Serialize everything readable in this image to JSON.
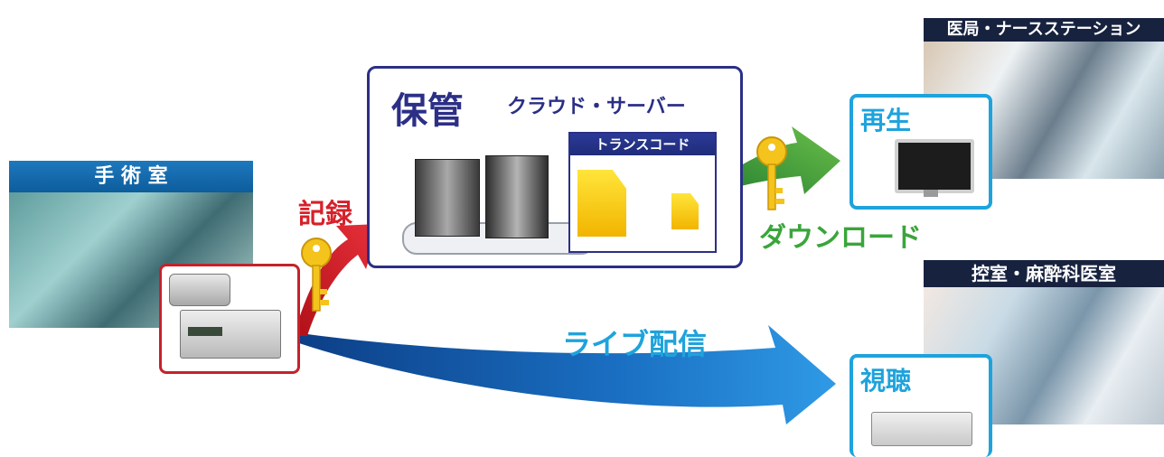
{
  "surgery_room": {
    "label": "手 術 室"
  },
  "storage": {
    "title": "保管",
    "subtitle": "クラウド・サーバー",
    "transcode_label": "トランスコード"
  },
  "record": {
    "label": "記録"
  },
  "download": {
    "label": "ダウンロード"
  },
  "live": {
    "label": "ライブ配信"
  },
  "nurse_station": {
    "label": "医局・ナースステーション",
    "action": "再生"
  },
  "waiting_room": {
    "label": "控室・麻酔科医室",
    "action": "視聴"
  },
  "colors": {
    "record": "#d7202a",
    "download": "#3aa53a",
    "live": "#1a6fc2",
    "frame_navy": "#2b2f86",
    "frame_blue": "#1ea3dc"
  }
}
